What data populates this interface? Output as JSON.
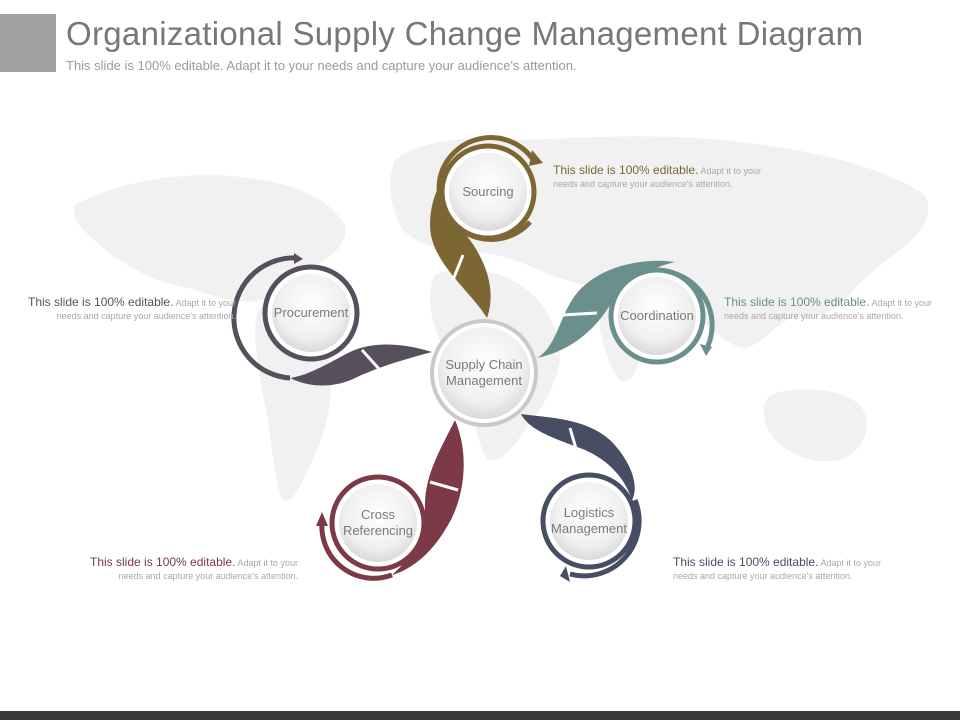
{
  "header": {
    "title": "Organizational Supply Change Management Diagram",
    "subtitle": "This slide is 100% editable. Adapt it to your needs and capture your audience's attention."
  },
  "colors": {
    "title_block": "#a0a0a0",
    "bottom_bar": "#3a3a3a",
    "map": "#f1f1f1",
    "sourcing": "#7c6634",
    "coordination": "#6a8f8c",
    "logistics": "#474d63",
    "cross_referencing": "#7b3a46",
    "procurement": "#57505c"
  },
  "diagram": {
    "center": {
      "label": "Supply Chain Management"
    },
    "nodes": [
      {
        "key": "sourcing",
        "label": "Sourcing",
        "color_key": "sourcing"
      },
      {
        "key": "coordination",
        "label": "Coordination",
        "color_key": "coordination"
      },
      {
        "key": "logistics",
        "label": "Logistics Management",
        "color_key": "logistics"
      },
      {
        "key": "cross_referencing",
        "label": "Cross Referencing",
        "color_key": "cross_referencing"
      },
      {
        "key": "procurement",
        "label": "Procurement",
        "color_key": "procurement"
      }
    ]
  },
  "callouts": {
    "sourcing": {
      "highlight": "This slide is 100% editable.",
      "text": "Adapt it to your needs and capture your audience's attention."
    },
    "coordination": {
      "highlight": "This slide is 100% editable.",
      "text": "Adapt it to your needs and capture your audience's attention."
    },
    "logistics": {
      "highlight": "This slide is 100% editable.",
      "text": "Adapt it to your needs and capture your audience's attention."
    },
    "cross_referencing": {
      "highlight": "This slide is 100% editable.",
      "text": "Adapt it to your needs and capture your audience's attention."
    },
    "procurement": {
      "highlight": "This slide is 100% editable.",
      "text": "Adapt it to your needs and capture your audience's attention."
    }
  }
}
